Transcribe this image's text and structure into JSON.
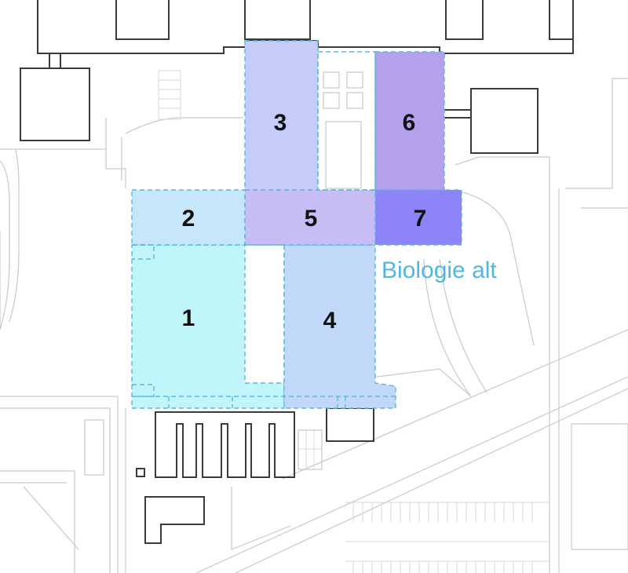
{
  "map": {
    "label": "Biologie alt",
    "label_color": "#4fb8dc",
    "zones": [
      {
        "id": "1",
        "label": "1",
        "color": "#c0f6fa"
      },
      {
        "id": "2",
        "label": "2",
        "color": "#c6e6fa"
      },
      {
        "id": "3",
        "label": "3",
        "color": "#c6ccf8"
      },
      {
        "id": "4",
        "label": "4",
        "color": "#c2d8f8"
      },
      {
        "id": "5",
        "label": "5",
        "color": "#c8bcf4"
      },
      {
        "id": "6",
        "label": "6",
        "color": "#b4a0ec"
      },
      {
        "id": "7",
        "label": "7",
        "color": "#8c84f8"
      }
    ]
  }
}
